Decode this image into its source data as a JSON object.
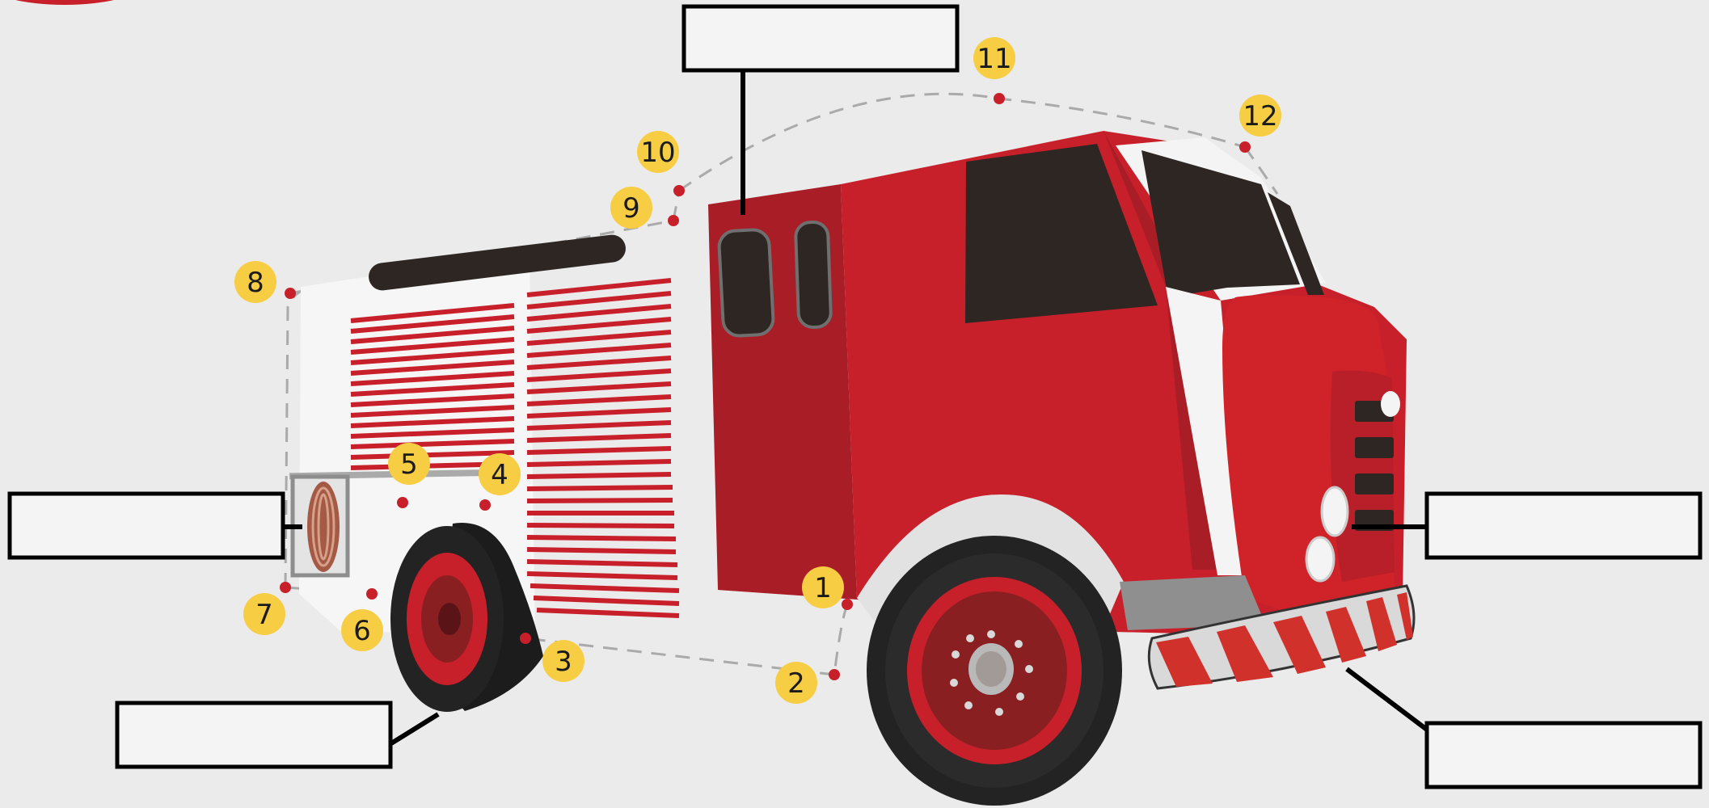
{
  "colors": {
    "background": "#ebebeb",
    "truck_red": "#c8202a",
    "truck_red_dark": "#a81d26",
    "window_dark": "#2e2623",
    "marker_yellow": "#f7cd44",
    "dot_red": "#c8202a",
    "label_box_stroke": "#000000"
  },
  "label_boxes": [
    {
      "id": "top",
      "text": ""
    },
    {
      "id": "left",
      "text": ""
    },
    {
      "id": "bottom-left",
      "text": ""
    },
    {
      "id": "right",
      "text": ""
    },
    {
      "id": "bottom-right",
      "text": ""
    }
  ],
  "dot_markers": [
    "1",
    "2",
    "3",
    "4",
    "5",
    "6",
    "7",
    "8",
    "9",
    "10",
    "11",
    "12"
  ]
}
